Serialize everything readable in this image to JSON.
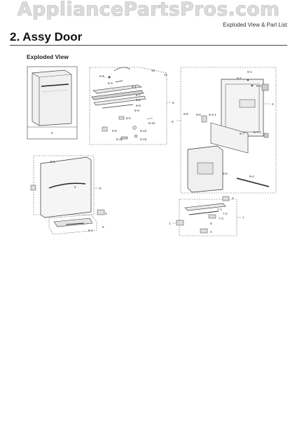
{
  "watermark": "AppliancePartsPros.com",
  "header_right": "Exploded View & Part List",
  "section_title": "2.  Assy Door",
  "subtitle": "Exploded View",
  "labels": {
    "g_inset": "0",
    "g_top_main": "6",
    "g_top_10": "10",
    "g_top_11": "11",
    "g_top_64": "6-4",
    "g_top_63": "6-3",
    "g_top_61": "6-1",
    "g_top_67": "6-7",
    "g_top_62": "6-2",
    "g_top_68": "6-8",
    "g_top_69": "6-9",
    "g_top_65": "6-5",
    "g_top_610": "6-10",
    "g_top_66": "6-6",
    "g_top_612": "6-12",
    "g_top_613": "6-13",
    "g_top_611": "6-11",
    "g_right_9": "9",
    "g_right_2": "2",
    "g_right_91": "9-1",
    "g_right_92": "9-2",
    "g_right_93": "9-3",
    "g_right_94": "9-4",
    "g_right_95": "9-5",
    "g_right_96": "9-6",
    "g_right_97": "9-7",
    "g_right_941": "9-4-1",
    "g_right_971": "9-7-1",
    "g_right_98": "9-8",
    "g_left_5": "5",
    "g_left_51": "5-1",
    "g_left_4": "4",
    "g_left_3": "3",
    "g_left_6": "6",
    "g_left_61": "6-1",
    "g_br_7": "7",
    "g_br_4": "4",
    "g_br_71": "7-1",
    "g_br_72": "7-2",
    "g_br_73": "7-3",
    "g_br_8": "8",
    "g_br_1": "1",
    "g_br_3": "3"
  }
}
